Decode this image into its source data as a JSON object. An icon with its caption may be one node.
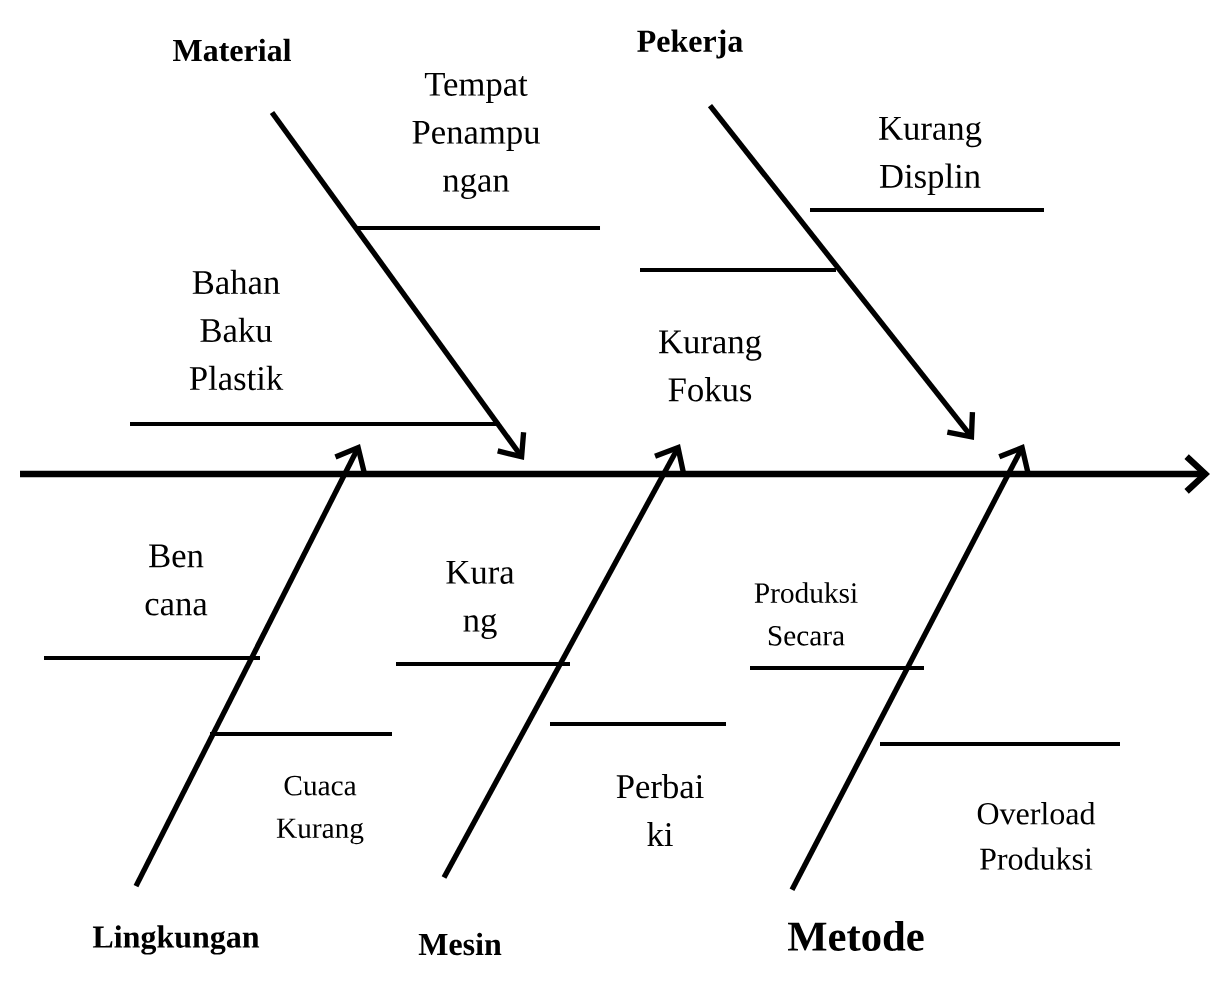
{
  "diagram": {
    "nodes": [
      {
        "text": [
          "Material"
        ]
      },
      {
        "text": [
          "Pekerja"
        ]
      },
      {
        "text": [
          "Lingkungan"
        ]
      },
      {
        "text": [
          "Mesin"
        ]
      },
      {
        "text": [
          "Metode"
        ]
      }
    ],
    "edges": [
      {
        "from": 0,
        "to": null,
        "arrow": "to"
      },
      {
        "from": 1,
        "to": null,
        "arrow": "to"
      },
      {
        "from": 2,
        "to": null,
        "arrow": "to"
      },
      {
        "from": 3,
        "to": null,
        "arrow": "to"
      },
      {
        "from": 4,
        "to": null,
        "arrow": "to"
      }
    ],
    "labels": [
      "Tempat Penampu ngan",
      "Kurang Displin",
      "Bahan Baku Plastik",
      "Kurang Fokus",
      "Ben cana",
      "Kura ng",
      "Produksi Secara",
      "Cuaca Kurang",
      "Perbai ki",
      "Overload Produksi"
    ]
  }
}
